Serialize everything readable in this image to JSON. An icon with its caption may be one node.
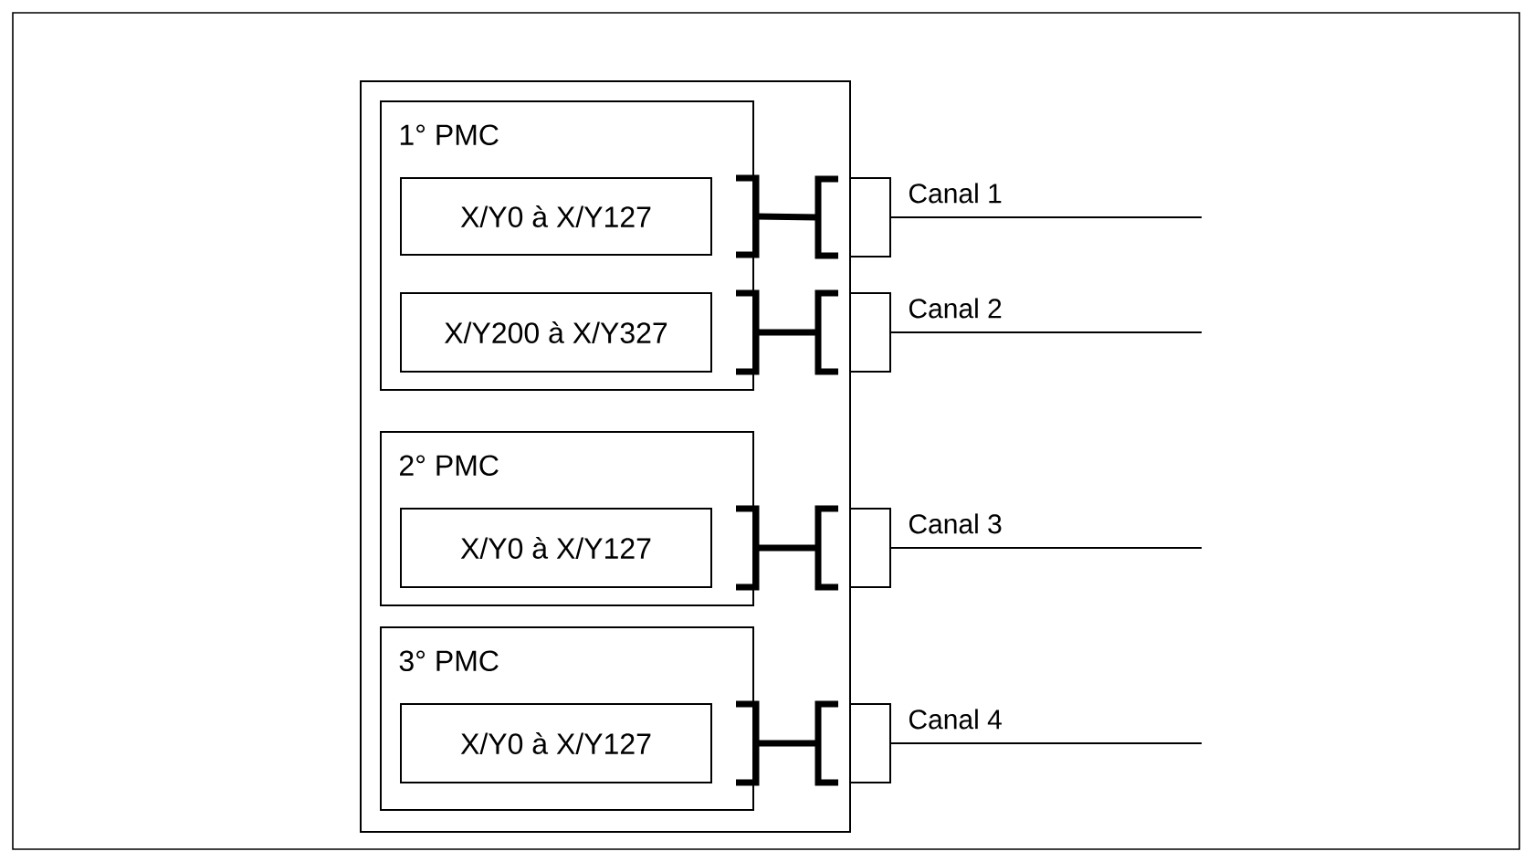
{
  "diagram": {
    "nodes": [
      {
        "text": [],
        "shape": "box"
      },
      {
        "text": [
          "1° PMC"
        ],
        "in": 0
      },
      {
        "text": [
          "X/Y0 à X/Y127"
        ],
        "in": 1
      },
      {
        "text": [
          "X/Y200 à X/Y327"
        ],
        "in": 1
      },
      {
        "text": [
          "2° PMC"
        ],
        "in": 0
      },
      {
        "text": [
          "X/Y0 à X/Y127"
        ],
        "in": 4
      },
      {
        "text": [
          "3° PMC"
        ],
        "in": 0
      },
      {
        "text": [
          "X/Y0 à X/Y127"
        ],
        "in": 6
      },
      {
        "text": [],
        "shape": "box"
      },
      {
        "text": [],
        "shape": "box"
      },
      {
        "text": [],
        "shape": "box"
      },
      {
        "text": [],
        "shape": "box"
      }
    ],
    "edges": [
      {
        "from": 2,
        "to": 8,
        "arrow": "none",
        "style": "thick"
      },
      {
        "from": 3,
        "to": 9,
        "arrow": "none",
        "style": "thick"
      },
      {
        "from": 5,
        "to": 10,
        "arrow": "none",
        "style": "thick"
      },
      {
        "from": 7,
        "to": 11,
        "arrow": "none",
        "style": "thick"
      },
      {
        "from": 8,
        "to": null,
        "arrow": "none",
        "label": "Canal 1"
      },
      {
        "from": 9,
        "to": null,
        "arrow": "none",
        "label": "Canal 2"
      },
      {
        "from": 10,
        "to": null,
        "arrow": "none",
        "label": "Canal 3"
      },
      {
        "from": 11,
        "to": null,
        "arrow": "none",
        "label": "Canal 4"
      }
    ]
  }
}
